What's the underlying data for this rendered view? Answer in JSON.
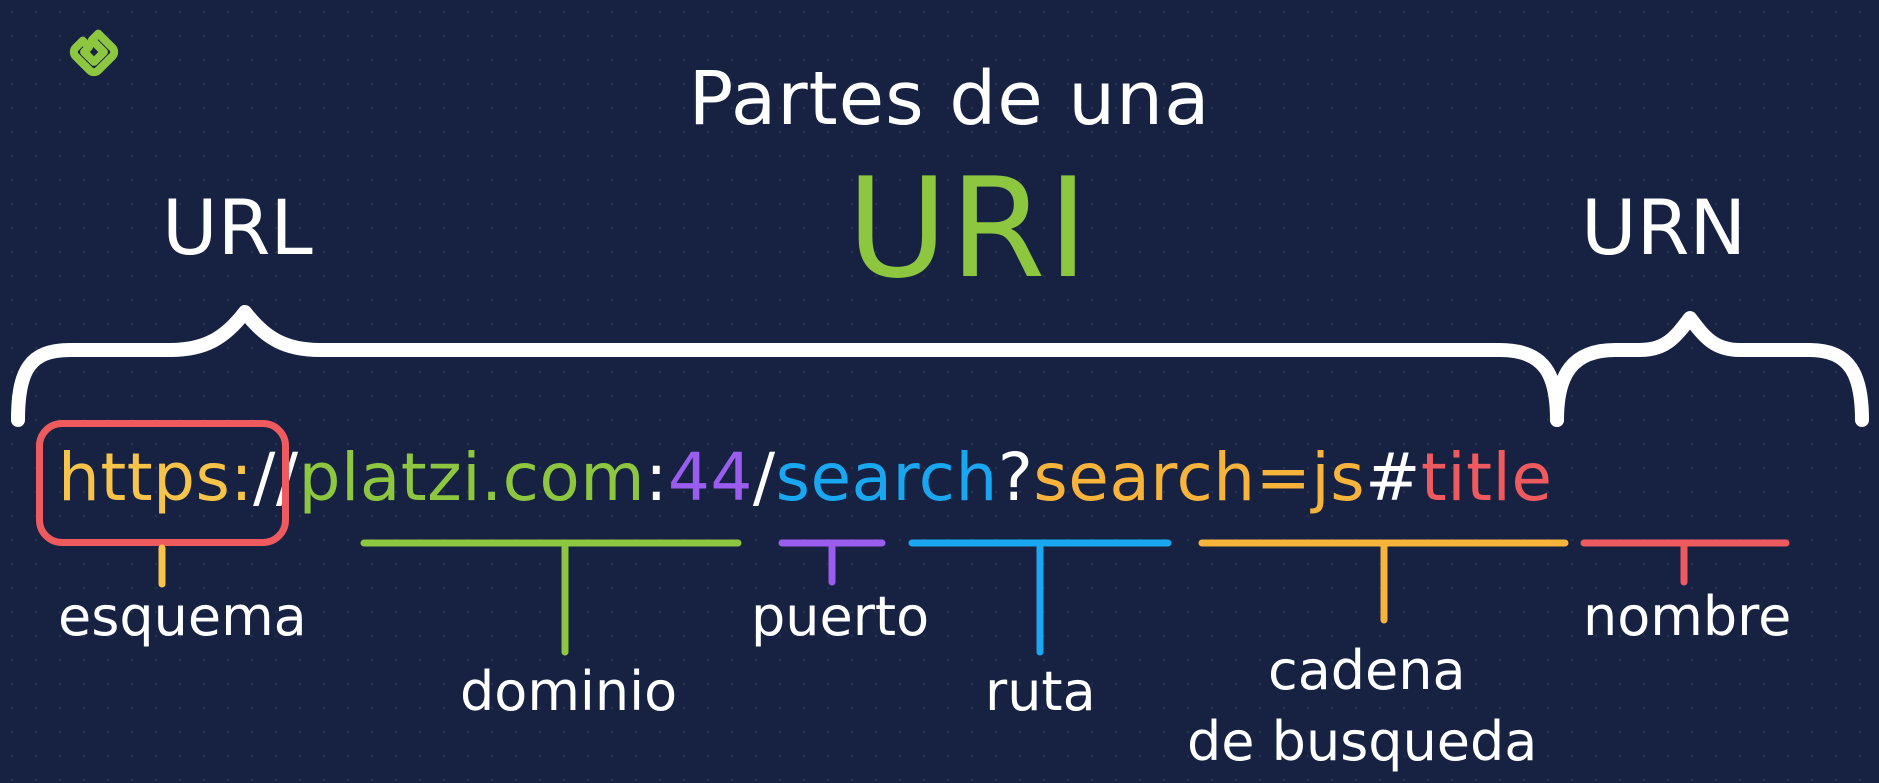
{
  "title": {
    "line1": "Partes de una",
    "line2": "URI"
  },
  "brace_labels": {
    "url": "URL",
    "urn": "URN"
  },
  "url_parts": [
    {
      "text": "https:",
      "color": "#f7c348"
    },
    {
      "text": "//",
      "color": "#ffffff"
    },
    {
      "text": "platzi.com",
      "color": "#8dc63f"
    },
    {
      "text": ":",
      "color": "#ffffff"
    },
    {
      "text": "44",
      "color": "#9b5cf0"
    },
    {
      "text": "/",
      "color": "#ffffff"
    },
    {
      "text": "search",
      "color": "#18a7f0"
    },
    {
      "text": "?",
      "color": "#ffffff"
    },
    {
      "text": "search=js",
      "color": "#f7b33a"
    },
    {
      "text": "#",
      "color": "#ffffff"
    },
    {
      "text": "title",
      "color": "#ef5a5f"
    }
  ],
  "part_labels": {
    "scheme": "esquema",
    "domain": "dominio",
    "port": "puerto",
    "path": "ruta",
    "query_line1": "cadena",
    "query_line2": "de busqueda",
    "fragment": "nombre"
  },
  "colors": {
    "background": "#172242",
    "title_accent": "#8dc63f",
    "logo": "#8dc63f",
    "scheme": "#f7c348",
    "domain": "#8dc63f",
    "port": "#9b5cf0",
    "path": "#18a7f0",
    "query": "#f7b33a",
    "fragment": "#ef5a5f",
    "highlight_box": "#ef5a5f"
  }
}
